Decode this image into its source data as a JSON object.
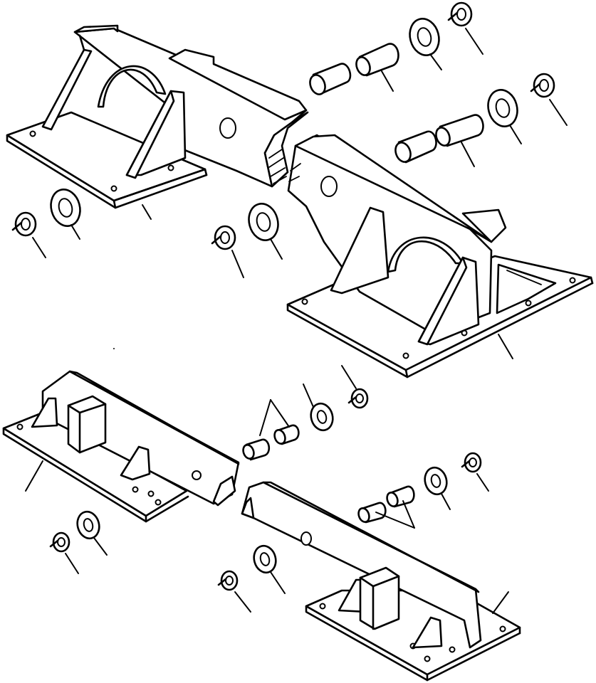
{
  "diagram": {
    "type": "exploded-parts-drawing",
    "ink_color": "#000000",
    "background_color": "#ffffff",
    "assemblies": [
      {
        "name": "upper-left-bracket"
      },
      {
        "name": "upper-right-bracket"
      },
      {
        "name": "lower-left-bracket"
      },
      {
        "name": "lower-right-bracket"
      }
    ],
    "hardware": [
      "pin",
      "washer",
      "lock-ring"
    ]
  }
}
